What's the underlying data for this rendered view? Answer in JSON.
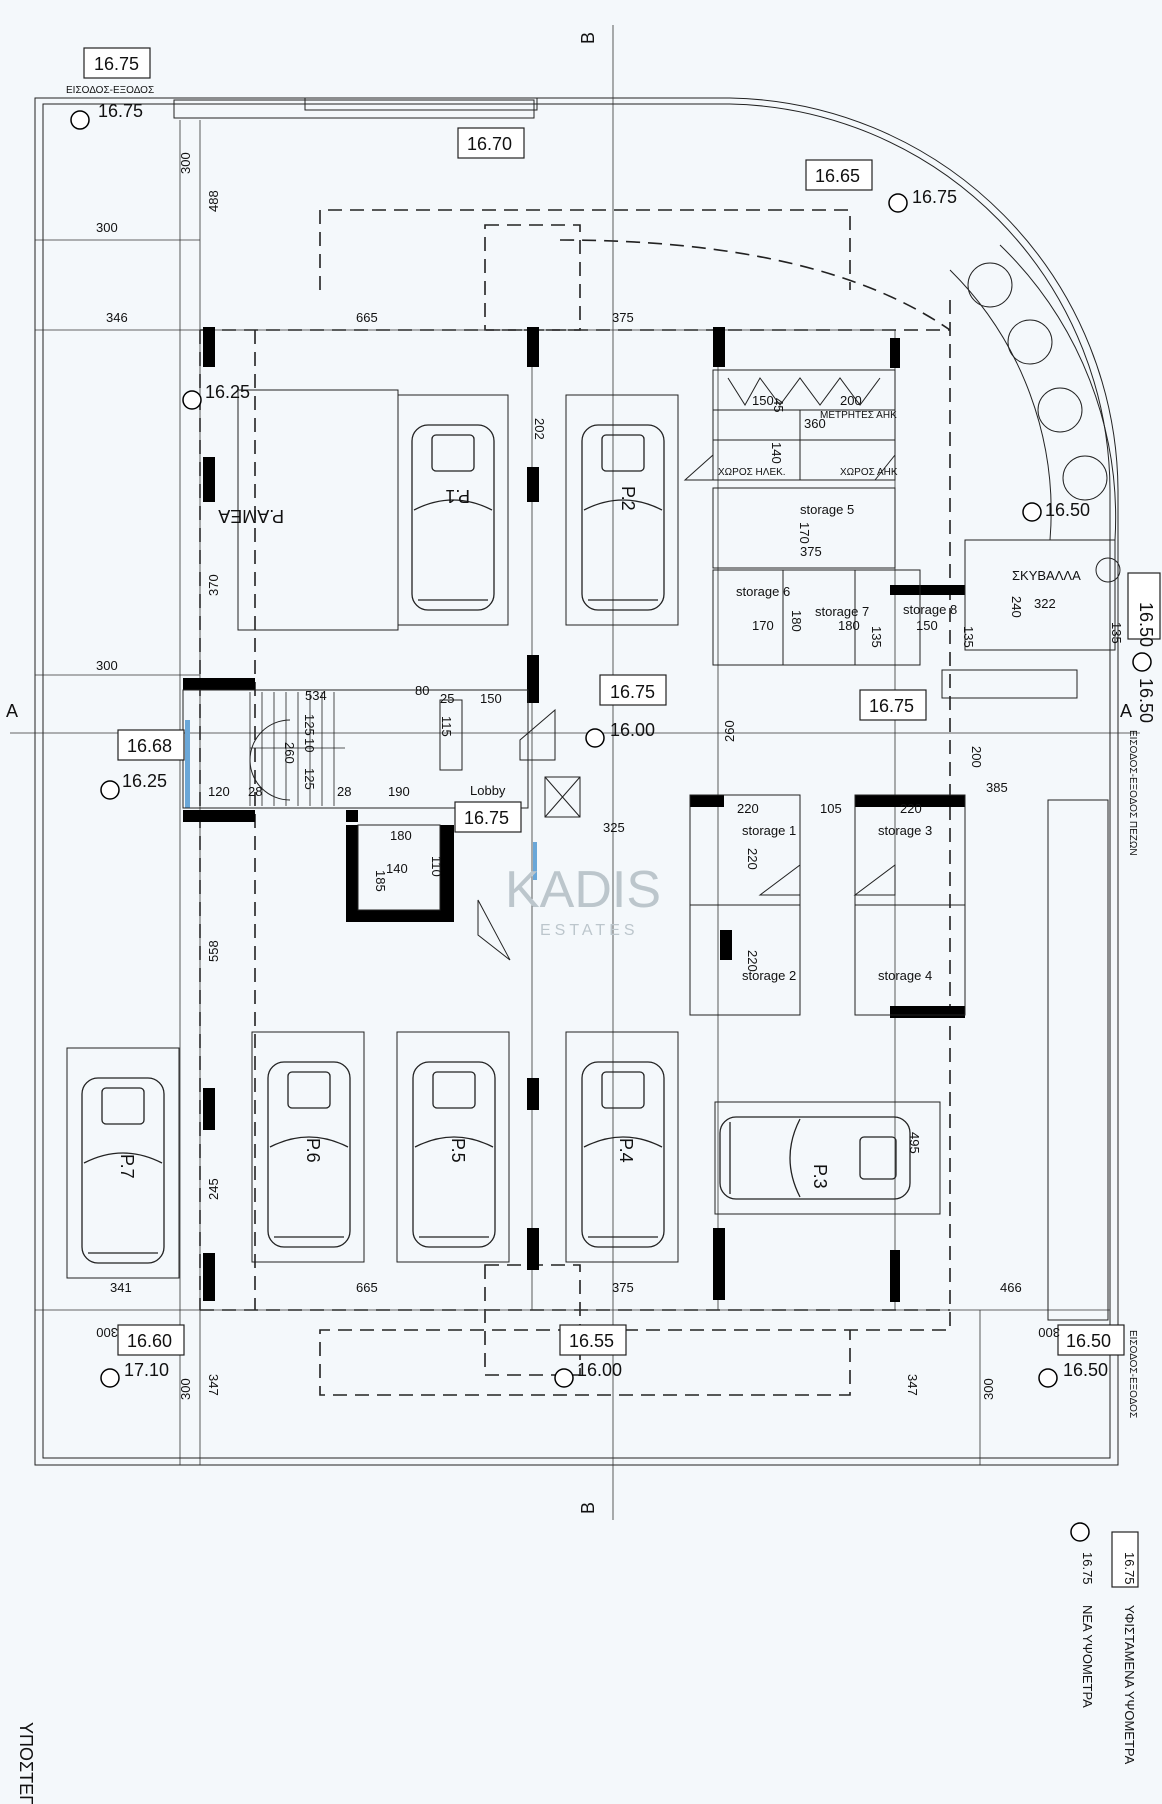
{
  "plan_title": "ΥΠΟΣΤΕΓΟ",
  "entrance_top": "ΕΙΣΟΔΟΣ-ΕΞΟΔΟΣ",
  "entrance_bottom_right": "ΕΙΣΟΔΟΣ-ΕΞΟΔΟΣ",
  "entrance_pedestrian": "ΕΙΣΟΔΟΣ-ΕΞΟΔΟΣ ΠΕΖΩΝ",
  "section_a": "A",
  "section_b": "B",
  "ramp_label": "Ρ.ΑΜΕΑ",
  "lobby_label": "Lobby",
  "skyvala_label": "ΣΚΥΒΑΛΛΑ",
  "meters_label": "ΜΕΤΡΗΤΕΣ ΑΗΚ",
  "elec_room_1": "ΧΩΡΟΣ ΗΛΕΚ.",
  "elec_room_2": "ΧΩΡΟΣ ΑΗΚ",
  "parking": [
    "P.1",
    "P.2",
    "P.3",
    "P.4",
    "P.5",
    "P.6",
    "P.7"
  ],
  "storage": [
    "storage 1",
    "storage 2",
    "storage 3",
    "storage 4",
    "storage 5",
    "storage 6",
    "storage 7",
    "storage 8"
  ],
  "levels": {
    "top_box": "16.75",
    "top_mark": "16.75",
    "top_mid": "16.70",
    "top_right_box": "16.65",
    "top_right_mark": "16.75",
    "left_mark_upper": "16.25",
    "right_planter": "16.50",
    "right_edge": "16.50",
    "right_edge_mark": "16.50",
    "center": "16.75",
    "center_mark": "16.00",
    "right_center": "16.75",
    "left_box": "16.68",
    "left_mark": "16.25",
    "lobby": "16.75",
    "bottom_left_box": "16.60",
    "bottom_left_mark": "17.10",
    "bottom_mid_box": "16.55",
    "bottom_mid_mark": "16.00",
    "bottom_right_box": "16.50",
    "bottom_right_mark": "16.50"
  },
  "dims": {
    "d300a": "300",
    "d488": "488",
    "d300b": "300",
    "d346": "346",
    "d665a": "665",
    "d375a": "375",
    "d202": "202",
    "d370": "370",
    "d300c": "300",
    "d534": "534",
    "d80": "80",
    "d25": "25",
    "d150a": "150",
    "d115": "115",
    "d125a": "125",
    "d10": "10",
    "d260a": "260",
    "d125b": "125",
    "d120": "120",
    "d28a": "28",
    "d28b": "28",
    "d190": "190",
    "d180a": "180",
    "d140a": "140",
    "d185": "185",
    "d110": "110",
    "d325": "325",
    "d260b": "260",
    "d200a": "200",
    "d385": "385",
    "d150b": "150",
    "d45": "45",
    "d200b": "200",
    "d360": "360",
    "d140b": "140",
    "d170a": "170",
    "d375b": "375",
    "d170b": "170",
    "d180b": "180",
    "d180c": "180",
    "d135a": "135",
    "d150c": "150",
    "d135b": "135",
    "d240": "240",
    "d322": "322",
    "d135c": "135",
    "d220a": "220",
    "d105": "105",
    "d220b": "220",
    "d220c": "220",
    "d220d": "220",
    "d558": "558",
    "d495": "495",
    "d245": "245",
    "d341": "341",
    "d665b": "665",
    "d375c": "375",
    "d466": "466",
    "d300d": "300",
    "d300e": "300",
    "d347a": "347",
    "d347b": "347",
    "d300f": "300",
    "d300g": "300"
  },
  "legend": {
    "existing_label": "ΥΦΙΣΤΑΜΕΝΑ ΥΨΟΜΕΤΡΑ",
    "existing_value": "16.75",
    "new_label": "ΝΕΑ ΥΨΟΜΕΤΡΑ",
    "new_value": "16.75"
  },
  "watermark_main": "KADIS",
  "watermark_sub": "ESTATES",
  "colors": {
    "background": "#f4f8fb",
    "lines": "#222222",
    "walls": "#000000",
    "glass": "#6aa7d8",
    "watermark": "#bcc6cc"
  }
}
